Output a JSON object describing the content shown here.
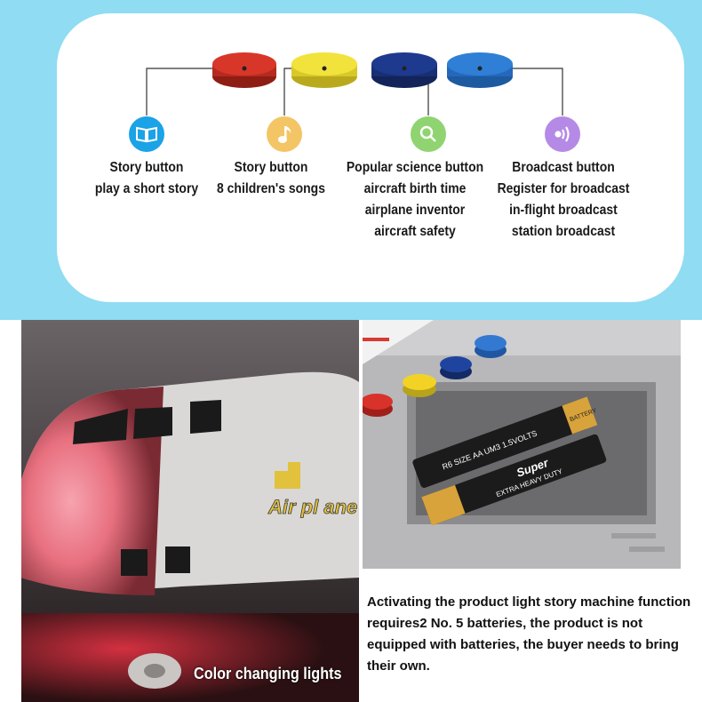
{
  "features": [
    {
      "icon": "book-icon",
      "title": "Story button",
      "lines": [
        "play a short story"
      ]
    },
    {
      "icon": "music-note-icon",
      "title": "Story button",
      "lines": [
        "8 children's songs"
      ]
    },
    {
      "icon": "magnifier-icon",
      "title": "Popular science button",
      "lines": [
        "aircraft birth time",
        "airplane inventor",
        "aircraft safety"
      ]
    },
    {
      "icon": "broadcast-icon",
      "title": "Broadcast button",
      "lines": [
        "Register for broadcast",
        "in-flight broadcast",
        "station broadcast"
      ]
    }
  ],
  "colors": {
    "red": "#d9362a",
    "yellow": "#f2e23c",
    "navy": "#1e3a8e",
    "blue": "#2f7fd6",
    "icon_blue": "#1aa3e6",
    "icon_gold": "#f3c565",
    "icon_green": "#8fd470",
    "icon_purple": "#b58ae6",
    "band": "#8fdcf3"
  },
  "airplane_text": "Air pl ane",
  "battery_text": {
    "brand": "Super",
    "model": "R6 SIZE AA UM3 1.5VOLTS",
    "extra": "EXTRA HEAVY DUTY",
    "sticker": "BATTERY"
  },
  "captions": {
    "left": "Color changing lights",
    "right": "Activating the product light story machine function requires2 No. 5 batteries, the product is not equipped with batteries, the buyer needs to bring their own."
  }
}
